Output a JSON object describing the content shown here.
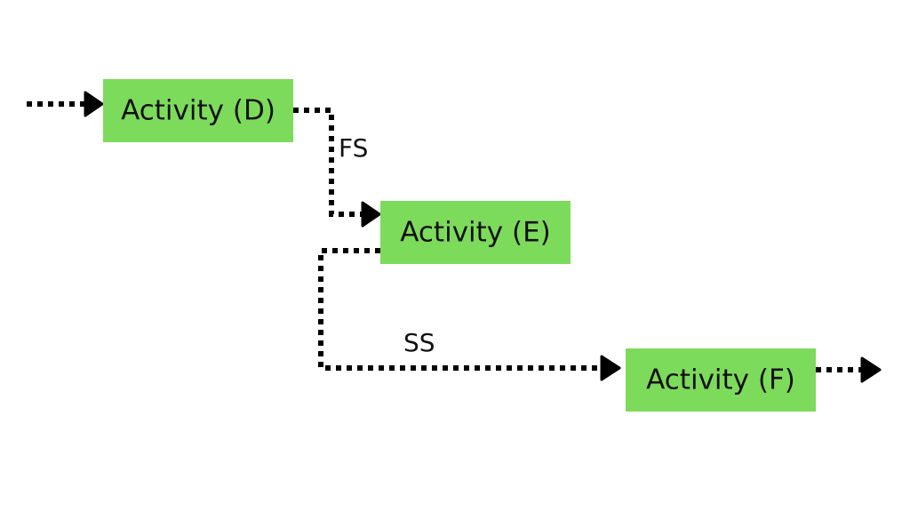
{
  "colors": {
    "activity_fill": "#7ddb5b",
    "line": "#000000",
    "background": "#ffffff"
  },
  "activities": {
    "d": {
      "label": "Activity (D)"
    },
    "e": {
      "label": "Activity (E)"
    },
    "f": {
      "label": "Activity (F)"
    }
  },
  "relationships": {
    "d_to_e": {
      "label": "FS"
    },
    "e_to_f": {
      "label": "SS"
    }
  }
}
